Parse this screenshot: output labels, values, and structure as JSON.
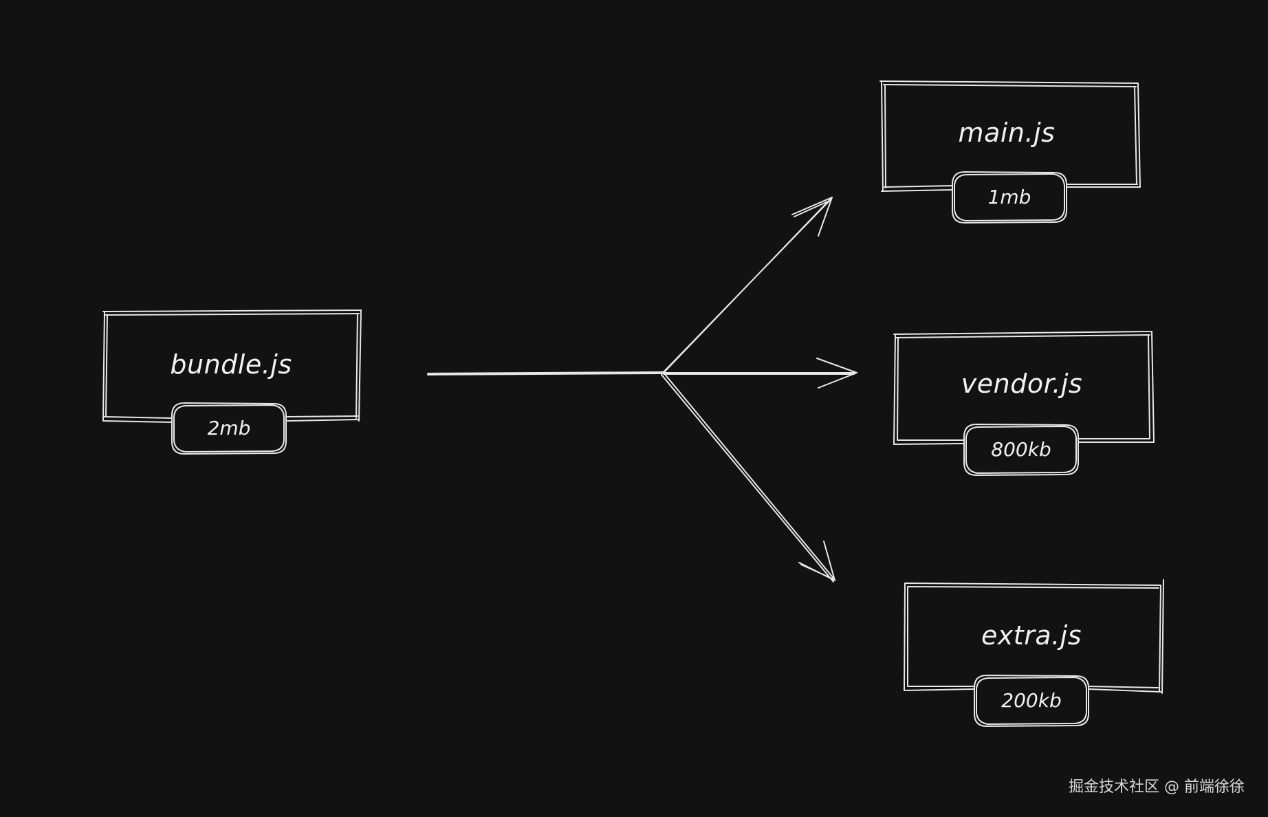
{
  "colors": {
    "background": "#121212",
    "stroke": "#e8e8e8",
    "text": "#f2f2f2"
  },
  "source": {
    "name": "bundle.js",
    "size": "2mb"
  },
  "targets": [
    {
      "name": "main.js",
      "size": "1mb"
    },
    {
      "name": "vendor.js",
      "size": "800kb"
    },
    {
      "name": "extra.js",
      "size": "200kb"
    }
  ],
  "watermark": "掘金技术社区 @ 前端徐徐"
}
